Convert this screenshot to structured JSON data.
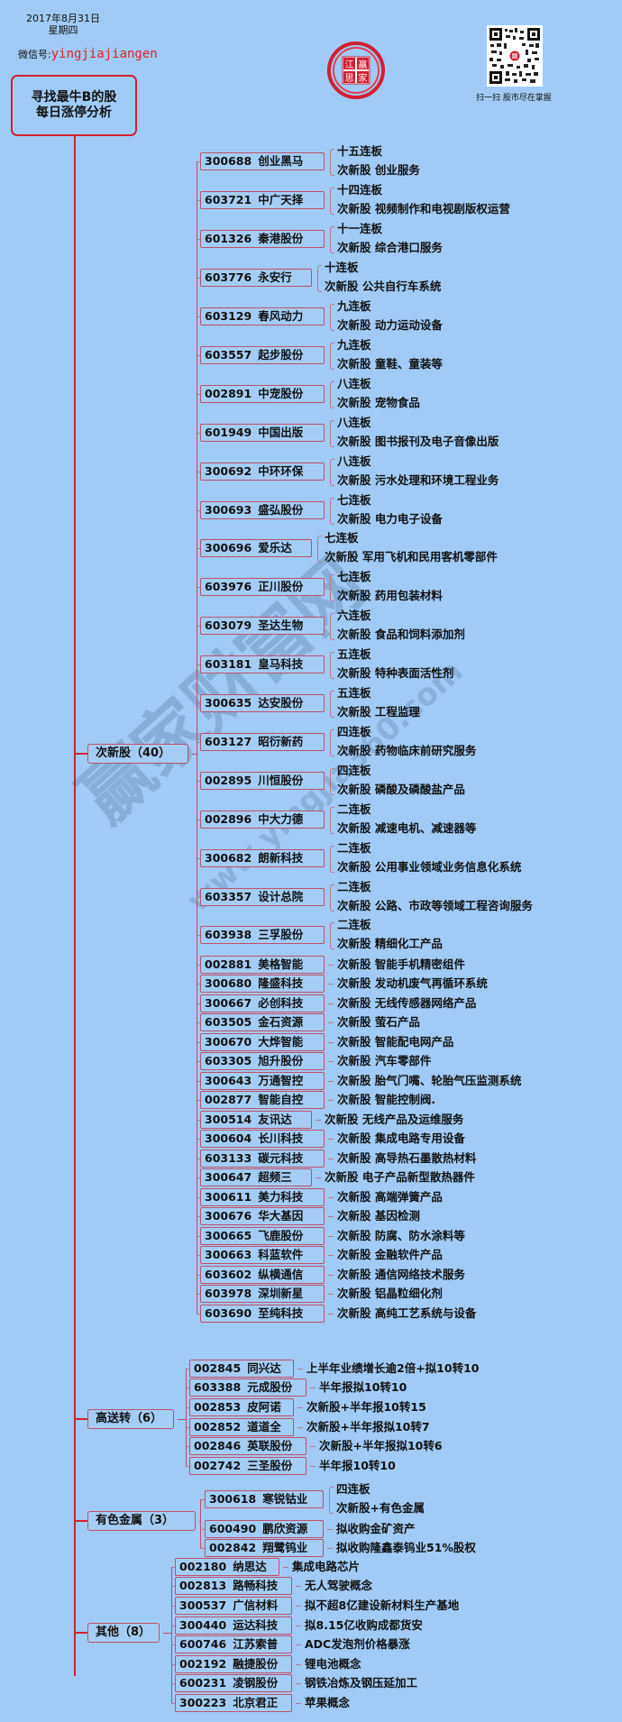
{
  "header": {
    "date": "2017年8月31日",
    "weekday": "星期四",
    "wechat_label": "微信号:",
    "wechat_id": "yingjiajiangen",
    "logo_chars": [
      "江",
      "赢",
      "思",
      "家"
    ],
    "qr_caption": "扫一扫  股市尽在掌握"
  },
  "root": {
    "line1": "寻找最牛B的股",
    "line2": "每日涨停分析"
  },
  "watermark": {
    "main": "赢家财富网",
    "url": "www.yingjia360.com"
  },
  "colors": {
    "background": "#9fcbf6",
    "accent_red": "#d21f32",
    "box_border": "#c0506a"
  },
  "categories": [
    {
      "label": "次新股（40）",
      "stocks": [
        {
          "code": "300688",
          "name": "创业黑马",
          "lines": [
            "十五连板",
            "次新股 创业服务"
          ]
        },
        {
          "code": "603721",
          "name": "中广天择",
          "lines": [
            "十四连板",
            "次新股 视频制作和电视剧版权运营"
          ]
        },
        {
          "code": "601326",
          "name": "秦港股份",
          "lines": [
            "十一连板",
            "次新股 综合港口服务"
          ]
        },
        {
          "code": "603776",
          "name": "永安行",
          "lines": [
            "十连板",
            "次新股 公共自行车系统"
          ]
        },
        {
          "code": "603129",
          "name": "春风动力",
          "lines": [
            "九连板",
            "次新股 动力运动设备"
          ]
        },
        {
          "code": "603557",
          "name": "起步股份",
          "lines": [
            "九连板",
            "次新股 童鞋、童装等"
          ]
        },
        {
          "code": "002891",
          "name": "中宠股份",
          "lines": [
            "八连板",
            "次新股 宠物食品"
          ]
        },
        {
          "code": "601949",
          "name": "中国出版",
          "lines": [
            "八连板",
            "次新股 图书报刊及电子音像出版"
          ]
        },
        {
          "code": "300692",
          "name": "中环环保",
          "lines": [
            "八连板",
            "次新股 污水处理和环境工程业务"
          ]
        },
        {
          "code": "300693",
          "name": "盛弘股份",
          "lines": [
            "七连板",
            "次新股 电力电子设备"
          ]
        },
        {
          "code": "300696",
          "name": "爱乐达",
          "lines": [
            "七连板",
            "次新股 军用飞机和民用客机零部件"
          ]
        },
        {
          "code": "603976",
          "name": "正川股份",
          "lines": [
            "七连板",
            "次新股 药用包装材料"
          ]
        },
        {
          "code": "603079",
          "name": "圣达生物",
          "lines": [
            "六连板",
            "次新股 食品和饲料添加剂"
          ]
        },
        {
          "code": "603181",
          "name": "皇马科技",
          "lines": [
            "五连板",
            "次新股 特种表面活性剂"
          ]
        },
        {
          "code": "300635",
          "name": "达安股份",
          "lines": [
            "五连板",
            "次新股 工程监理"
          ]
        },
        {
          "code": "603127",
          "name": "昭衍新药",
          "lines": [
            "四连板",
            "次新股 药物临床前研究服务"
          ]
        },
        {
          "code": "002895",
          "name": "川恒股份",
          "lines": [
            "四连板",
            "次新股 磷酸及磷酸盐产品"
          ]
        },
        {
          "code": "002896",
          "name": "中大力德",
          "lines": [
            "二连板",
            "次新股 减速电机、减速器等"
          ]
        },
        {
          "code": "300682",
          "name": "朗新科技",
          "lines": [
            "二连板",
            "次新股 公用事业领域业务信息化系统"
          ]
        },
        {
          "code": "603357",
          "name": "设计总院",
          "lines": [
            "二连板",
            "次新股 公路、市政等领域工程咨询服务"
          ]
        },
        {
          "code": "603938",
          "name": "三孚股份",
          "lines": [
            "二连板",
            "次新股 精细化工产品"
          ]
        },
        {
          "code": "002881",
          "name": "美格智能",
          "lines": [
            "次新股 智能手机精密组件"
          ]
        },
        {
          "code": "300680",
          "name": "隆盛科技",
          "lines": [
            "次新股 发动机废气再循环系统"
          ]
        },
        {
          "code": "300667",
          "name": "必创科技",
          "lines": [
            "次新股 无线传感器网络产品"
          ]
        },
        {
          "code": "603505",
          "name": "金石资源",
          "lines": [
            "次新股 萤石产品"
          ]
        },
        {
          "code": "300670",
          "name": "大烨智能",
          "lines": [
            "次新股 智能配电网产品"
          ]
        },
        {
          "code": "603305",
          "name": "旭升股份",
          "lines": [
            "次新股 汽车零部件"
          ]
        },
        {
          "code": "300643",
          "name": "万通智控",
          "lines": [
            "次新股 胎气门嘴、轮胎气压监测系统"
          ]
        },
        {
          "code": "002877",
          "name": "智能自控",
          "lines": [
            "次新股 智能控制阀."
          ]
        },
        {
          "code": "300514",
          "name": "友讯达",
          "lines": [
            "次新股 无线产品及运维服务"
          ]
        },
        {
          "code": "300604",
          "name": "长川科技",
          "lines": [
            "次新股 集成电路专用设备"
          ]
        },
        {
          "code": "603133",
          "name": "碳元科技",
          "lines": [
            "次新股 高导热石墨散热材料"
          ]
        },
        {
          "code": "300647",
          "name": "超频三",
          "lines": [
            "次新股 电子产品新型散热器件"
          ]
        },
        {
          "code": "300611",
          "name": "美力科技",
          "lines": [
            "次新股 高端弹簧产品"
          ]
        },
        {
          "code": "300676",
          "name": "华大基因",
          "lines": [
            "次新股 基因检测"
          ]
        },
        {
          "code": "300665",
          "name": "飞鹿股份",
          "lines": [
            "次新股 防腐、防水涂料等"
          ]
        },
        {
          "code": "300663",
          "name": "科蓝软件",
          "lines": [
            "次新股 金融软件产品"
          ]
        },
        {
          "code": "603602",
          "name": "纵横通信",
          "lines": [
            "次新股 通信网络技术服务"
          ]
        },
        {
          "code": "603978",
          "name": "深圳新星",
          "lines": [
            "次新股 铝晶粒细化剂"
          ]
        },
        {
          "code": "603690",
          "name": "至纯科技",
          "lines": [
            "次新股 高纯工艺系统与设备"
          ]
        }
      ]
    },
    {
      "label": "高送转（6）",
      "stocks": [
        {
          "code": "002845",
          "name": "同兴达",
          "lines": [
            "上半年业绩增长逾2倍+拟10转10"
          ]
        },
        {
          "code": "603388",
          "name": "元成股份",
          "lines": [
            "半年报拟10转10"
          ]
        },
        {
          "code": "002853",
          "name": "皮阿诺",
          "lines": [
            "次新股+半年报10转15"
          ]
        },
        {
          "code": "002852",
          "name": "道道全",
          "lines": [
            "次新股+半年报拟10转7"
          ]
        },
        {
          "code": "002846",
          "name": "英联股份",
          "lines": [
            "次新股+半年报拟10转6"
          ]
        },
        {
          "code": "002742",
          "name": "三圣股份",
          "lines": [
            "半年报10转10"
          ]
        }
      ]
    },
    {
      "label": "有色金属（3）",
      "stocks": [
        {
          "code": "300618",
          "name": "寒锐钴业",
          "lines": [
            "四连板",
            "次新股+有色金属"
          ]
        },
        {
          "code": "600490",
          "name": "鹏欣资源",
          "lines": [
            "拟收购金矿资产"
          ]
        },
        {
          "code": "002842",
          "name": "翔鹭钨业",
          "lines": [
            "拟收购隆鑫泰钨业51%股权"
          ]
        }
      ]
    },
    {
      "label": "其他（8）",
      "stocks": [
        {
          "code": "002180",
          "name": "纳思达",
          "lines": [
            "集成电路芯片"
          ]
        },
        {
          "code": "002813",
          "name": "路畅科技",
          "lines": [
            "无人驾驶概念"
          ]
        },
        {
          "code": "300537",
          "name": "广信材料",
          "lines": [
            "拟不超8亿建设新材料生产基地"
          ]
        },
        {
          "code": "300440",
          "name": "运达科技",
          "lines": [
            "拟8.15亿收购成都货安"
          ]
        },
        {
          "code": "600746",
          "name": "江苏索普",
          "lines": [
            "ADC发泡剂价格暴涨"
          ]
        },
        {
          "code": "002192",
          "name": "融捷股份",
          "lines": [
            "锂电池概念"
          ]
        },
        {
          "code": "600231",
          "name": "凌钢股份",
          "lines": [
            "钢铁冶炼及钢压延加工"
          ]
        },
        {
          "code": "300223",
          "name": "北京君正",
          "lines": [
            "苹果概念"
          ]
        }
      ]
    }
  ]
}
